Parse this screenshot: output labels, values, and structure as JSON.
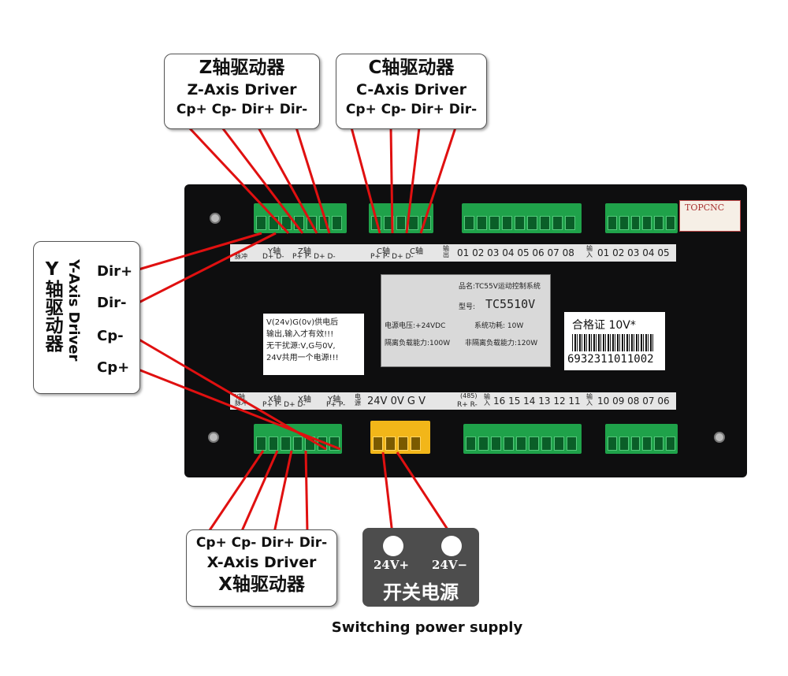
{
  "z_card": {
    "cn": "Z轴驱动器",
    "en": "Z-Axis Driver",
    "pins": "Cp+ Cp- Dir+ Dir-"
  },
  "c_card": {
    "cn": "C轴驱动器",
    "en": "C-Axis Driver",
    "pins": "Cp+ Cp- Dir+ Dir-"
  },
  "y_card": {
    "cn": "Y轴驱动器",
    "en": "Y-Axis Driver",
    "pins": [
      "Dir+",
      "Dir-",
      "Cp-",
      "Cp+"
    ]
  },
  "x_card": {
    "pins": "Cp+ Cp- Dir+ Dir-",
    "en": "X-Axis Driver",
    "cn": "X轴驱动器"
  },
  "psu": {
    "pos": "24V+",
    "neg": "24V−",
    "cn": "开关电源"
  },
  "caption": "Switching power supply",
  "top_strip": {
    "y_label": "Y轴",
    "y_pins": "D+  D-",
    "y_pulse": "脉冲",
    "z_label": "Z轴",
    "z_pins": "P+  P-  D+  D-",
    "c_label1": "C轴",
    "c_label2": "C轴",
    "c_pins": "P+  P-  D+  D-",
    "out_label": "输出",
    "out_nums": "01 02 03 04 05 06 07 08",
    "in_label": "输入",
    "in_nums": "01 02 03 04 05"
  },
  "bottom_strip": {
    "y_pulse": "Y轴脉冲",
    "x_label": "X轴",
    "x_label2": "X轴",
    "x_pins": "P+  P-  D+  D-",
    "y_label": "Y轴",
    "y_pins": "P+  P-",
    "power_label": "电源",
    "power_pins": "24V 0V  G  V",
    "rs485": "(485)",
    "rs485_pins": "R+ R-",
    "in_label": "输入",
    "in_nums_a": "16 15 14 13 12 11",
    "in_nums_b": "10 09 08 07 06"
  },
  "plate": {
    "name": "品名:TC55V运动控制系统",
    "model_label": "型号:",
    "model": "TC5510V",
    "voltage": "电源电压:+24VDC",
    "power": "系统功耗: 10W",
    "iso": "隔离负载能力:100W",
    "non_iso": "非隔离负载能力:120W"
  },
  "warning": [
    "V(24v)G(0v)供电后",
    "输出,输入才有效!!!",
    "无干扰源:V,G与0V,",
    "24V共用一个电源!!!"
  ],
  "cert": {
    "title": "合格证  10V*",
    "barcode": "6932311011002"
  },
  "sticker": {
    "brand": "TOPCNC"
  }
}
